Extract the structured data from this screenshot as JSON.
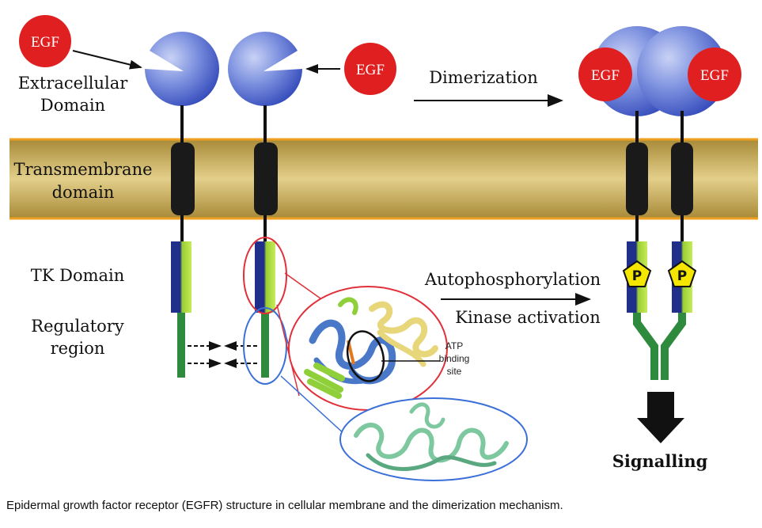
{
  "labels": {
    "extracellular_line1": "Extracellular",
    "extracellular_line2": "Domain",
    "transmembrane_line1": "Transmembrane",
    "transmembrane_line2": "domain",
    "tk_domain": "TK Domain",
    "regulatory_line1": "Regulatory",
    "regulatory_line2": "region",
    "dimerization": "Dimerization",
    "autophosphorylation": "Autophosphorylation",
    "kinase_activation": "Kinase activation",
    "atp_line1": "ATP",
    "atp_line2": "binding",
    "atp_line3": "site",
    "signalling": "Signalling",
    "egf": "EGF",
    "phosphate": "P"
  },
  "caption": "Epidermal growth factor receptor (EGFR) structure in cellular membrane and the dimerization mechanism.",
  "colors": {
    "membrane": "#c8a84a",
    "membrane_edge": "#f0a020",
    "egf": "#e02020",
    "receptor_blue": "#3a54c8",
    "tk_green": "#9acd32",
    "tk_navy": "#1f2f8a",
    "regulatory_green": "#2e8b3e",
    "phosphate_yellow": "#f5e600",
    "red_outline": "#e0303a",
    "blue_outline": "#3a6fd8"
  }
}
